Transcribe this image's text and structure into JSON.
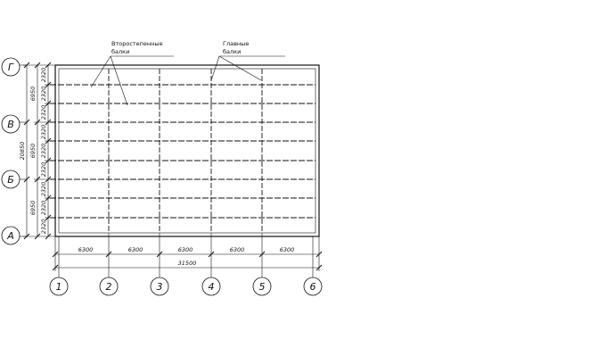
{
  "notes": {
    "secondary_beams_l1": "Второстепенные",
    "secondary_beams_l2": "балки",
    "main_beams_l1": "Главные",
    "main_beams_l2": "балки"
  },
  "column_axes": [
    "1",
    "2",
    "3",
    "4",
    "5",
    "6"
  ],
  "row_axes": [
    "Г",
    "В",
    "Б",
    "А"
  ],
  "span_dims": [
    "6300",
    "6300",
    "6300",
    "6300",
    "6300"
  ],
  "total_length": "31500",
  "vertical_dims": {
    "bay_outer": [
      "6950",
      "6950"
    ],
    "bay_mid": "6950",
    "total": "20850",
    "sub_top": [
      "2320",
      "2320",
      "2320"
    ],
    "sub_mid": [
      "2320",
      "2320",
      "2320"
    ],
    "sub_bot": [
      "2320",
      "2320",
      "2320"
    ]
  },
  "colors": {
    "line": "#111111",
    "background": "#ffffff"
  }
}
